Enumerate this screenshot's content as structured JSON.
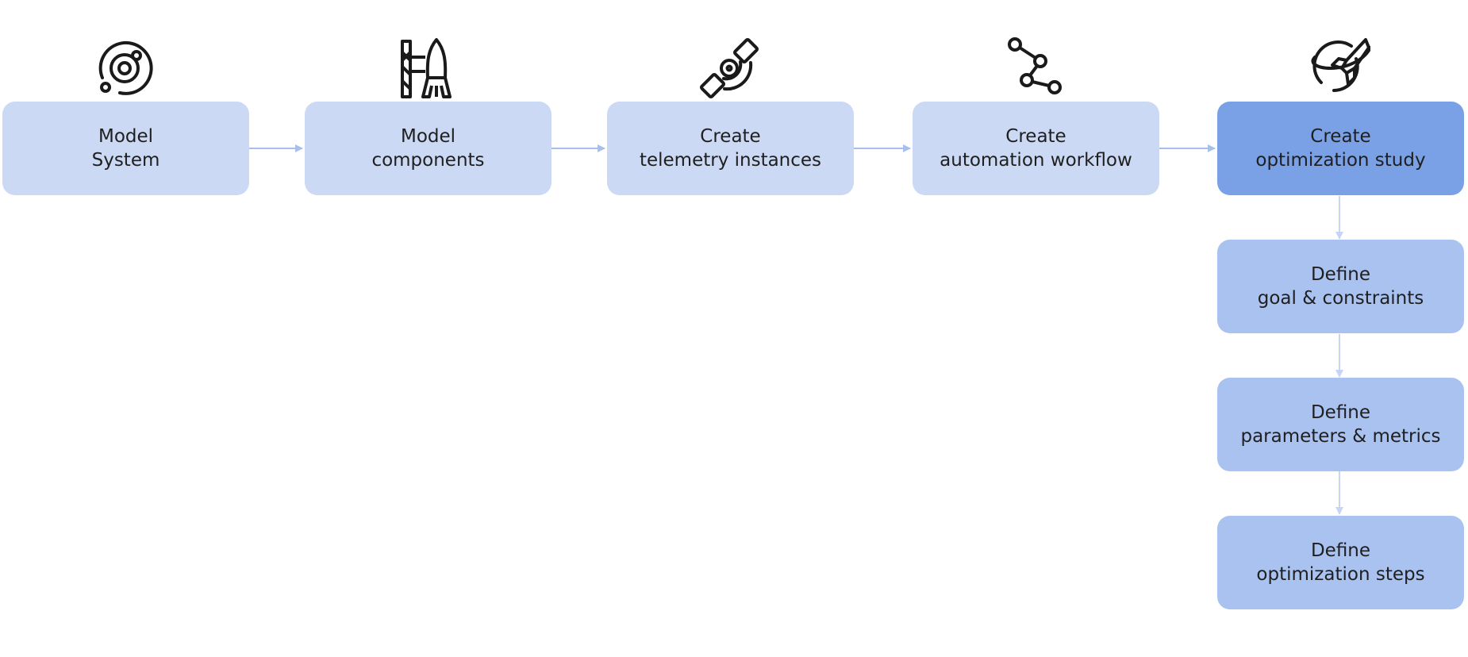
{
  "colors": {
    "main_box": "#cbd9f4",
    "active_box": "#7aa1e6",
    "sub_box": "#aac2f0",
    "arrow": "#a8bfee",
    "arrow_sub": "#c6d5f3",
    "text": "#1f1f1f",
    "icon": "#1a1a1a"
  },
  "main_steps": [
    {
      "id": "model-system",
      "lines": [
        "Model",
        "System"
      ],
      "icon": "orbit-icon"
    },
    {
      "id": "model-components",
      "lines": [
        "Model",
        "components"
      ],
      "icon": "rocket-launch-tower-icon"
    },
    {
      "id": "create-telemetry-instances",
      "lines": [
        "Create",
        "telemetry instances"
      ],
      "icon": "satellite-icon"
    },
    {
      "id": "create-automation-workflow",
      "lines": [
        "Create",
        "automation workflow"
      ],
      "icon": "workflow-nodes-icon"
    },
    {
      "id": "create-optimization-study",
      "lines": [
        "Create",
        "optimization study"
      ],
      "icon": "rocket-planet-icon",
      "active": true
    }
  ],
  "sub_steps": [
    {
      "id": "define-goal-constraints",
      "lines": [
        "Define",
        "goal & constraints"
      ]
    },
    {
      "id": "define-parameters-metrics",
      "lines": [
        "Define",
        "parameters & metrics"
      ]
    },
    {
      "id": "define-optimization-steps",
      "lines": [
        "Define",
        "optimization steps"
      ]
    }
  ]
}
